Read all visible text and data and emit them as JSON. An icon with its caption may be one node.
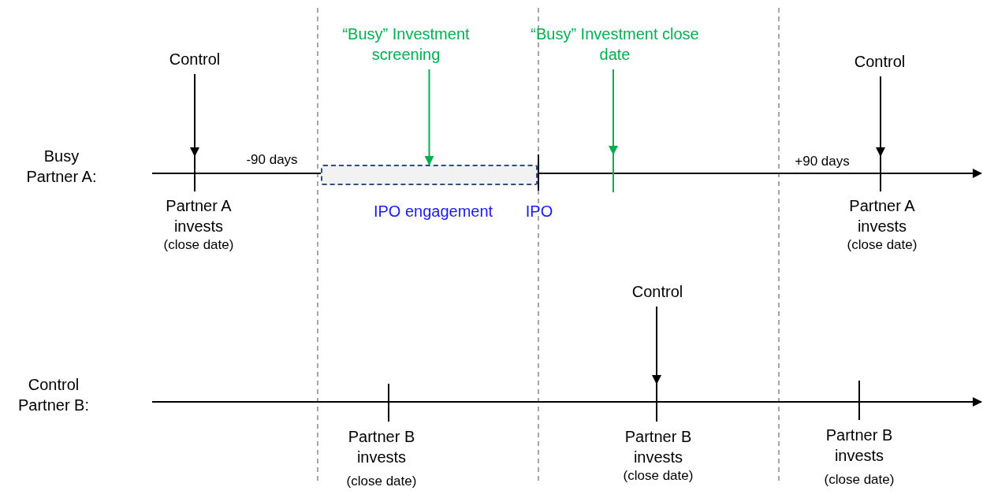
{
  "diagram": {
    "nodes": [
      {
        "text": [
          "Busy Partner A:"
        ]
      },
      {
        "text": [
          "Control Partner B:"
        ]
      },
      {
        "text": [
          "Control"
        ]
      },
      {
        "text": [],
        "shape": "bar",
        "beside": [
          "Partner A invests",
          "(close date)"
        ]
      },
      {
        "text": [
          "“Busy” Investment screening"
        ]
      },
      {
        "text": [
          "IPO engagement"
        ]
      },
      {
        "text": [
          "“Busy” Investment close date"
        ]
      },
      {
        "text": [],
        "shape": "bar"
      },
      {
        "text": [
          "Control"
        ]
      },
      {
        "text": [],
        "shape": "bar",
        "beside": [
          "Partner A invests",
          "(close date)"
        ]
      },
      {
        "text": [
          "Control"
        ]
      },
      {
        "text": [],
        "shape": "bar",
        "beside": [
          "Partner B invests",
          "(close date)"
        ]
      }
    ],
    "edges": [
      {
        "from": 2,
        "to": 3,
        "arrow": "to"
      },
      {
        "from": 4,
        "to": 5,
        "arrow": "to",
        "color": "#00b050"
      },
      {
        "from": 6,
        "to": 7,
        "arrow": "to",
        "color": "#00b050"
      },
      {
        "from": 8,
        "to": 9,
        "arrow": "to"
      },
      {
        "from": 10,
        "to": 11,
        "arrow": "to"
      }
    ],
    "labels": [
      "-90 days",
      "+90 days",
      "IPO",
      "Partner B invests",
      "(close date)",
      "Partner B invests",
      "(close date)"
    ]
  }
}
